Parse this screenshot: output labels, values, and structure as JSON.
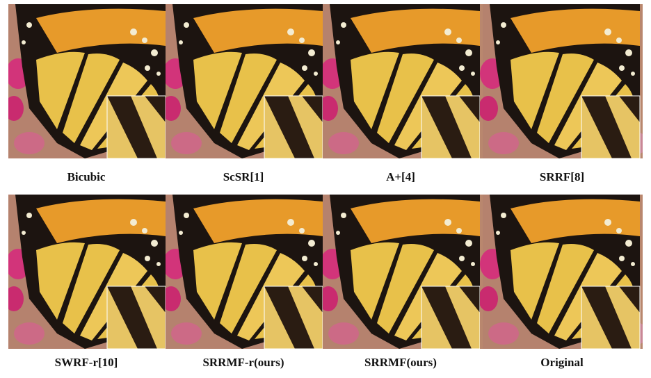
{
  "figure": {
    "panels": [
      {
        "label": "Bicubic"
      },
      {
        "label": "ScSR[1]"
      },
      {
        "label": "A+[4]"
      },
      {
        "label": "SRRF[8]"
      },
      {
        "label": "SWRF-r[10]"
      },
      {
        "label": "SRRMF-r(ours)"
      },
      {
        "label": "SRRMF(ours)"
      },
      {
        "label": "Original"
      }
    ],
    "colors": {
      "wing_yellow": "#e8c14a",
      "wing_orange": "#e79a2a",
      "vein_black": "#1c1410",
      "spot_white": "#f3ecd2",
      "flower_pink": "#d2347a",
      "background": "#b5826e"
    }
  }
}
